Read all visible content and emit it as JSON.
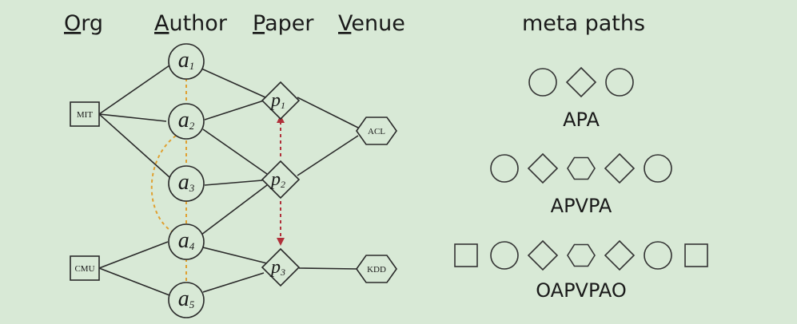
{
  "headers": {
    "org": {
      "first": "O",
      "rest": "rg"
    },
    "author": {
      "first": "A",
      "rest": "uthor"
    },
    "paper": {
      "first": "P",
      "rest": "aper"
    },
    "venue": {
      "first": "V",
      "rest": "enue"
    },
    "meta": "meta paths"
  },
  "orgs": [
    "MIT",
    "CMU"
  ],
  "authors": [
    {
      "base": "a",
      "sub": "1"
    },
    {
      "base": "a",
      "sub": "2"
    },
    {
      "base": "a",
      "sub": "3"
    },
    {
      "base": "a",
      "sub": "4"
    },
    {
      "base": "a",
      "sub": "5"
    }
  ],
  "papers": [
    {
      "base": "p",
      "sub": "1"
    },
    {
      "base": "p",
      "sub": "2"
    },
    {
      "base": "p",
      "sub": "3"
    }
  ],
  "venues": [
    "ACL",
    "KDD"
  ],
  "meta_paths": [
    {
      "name": "APA",
      "shapes": [
        "circle",
        "diamond",
        "circle"
      ]
    },
    {
      "name": "APVPA",
      "shapes": [
        "circle",
        "diamond",
        "hexagon",
        "diamond",
        "circle"
      ]
    },
    {
      "name": "OAPVPAO",
      "shapes": [
        "square",
        "circle",
        "diamond",
        "hexagon",
        "diamond",
        "circle",
        "square"
      ]
    }
  ]
}
